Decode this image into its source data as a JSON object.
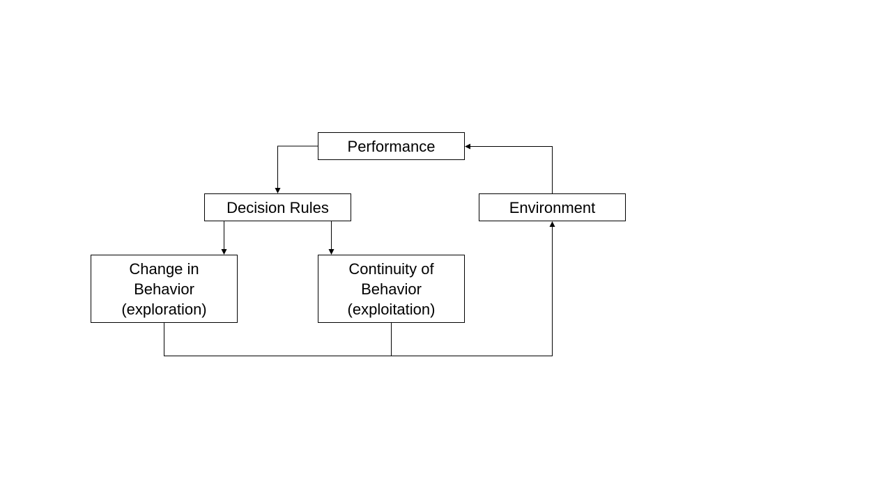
{
  "diagram": {
    "nodes": {
      "performance": {
        "lines": [
          "Performance"
        ]
      },
      "decision_rules": {
        "lines": [
          "Decision Rules"
        ]
      },
      "environment": {
        "lines": [
          "Environment"
        ]
      },
      "change_in_behavior": {
        "lines": [
          "Change in",
          "Behavior",
          "(exploration)"
        ]
      },
      "continuity_of_behavior": {
        "lines": [
          "Continuity of",
          "Behavior",
          "(exploitation)"
        ]
      }
    },
    "edges": [
      {
        "from": "performance",
        "to": "decision_rules"
      },
      {
        "from": "decision_rules",
        "to": "change_in_behavior"
      },
      {
        "from": "decision_rules",
        "to": "continuity_of_behavior"
      },
      {
        "from": "change_in_behavior",
        "to": "environment"
      },
      {
        "from": "continuity_of_behavior",
        "to": "environment"
      },
      {
        "from": "environment",
        "to": "performance"
      }
    ],
    "line_color": "#000000",
    "box_border_color": "#000000"
  }
}
